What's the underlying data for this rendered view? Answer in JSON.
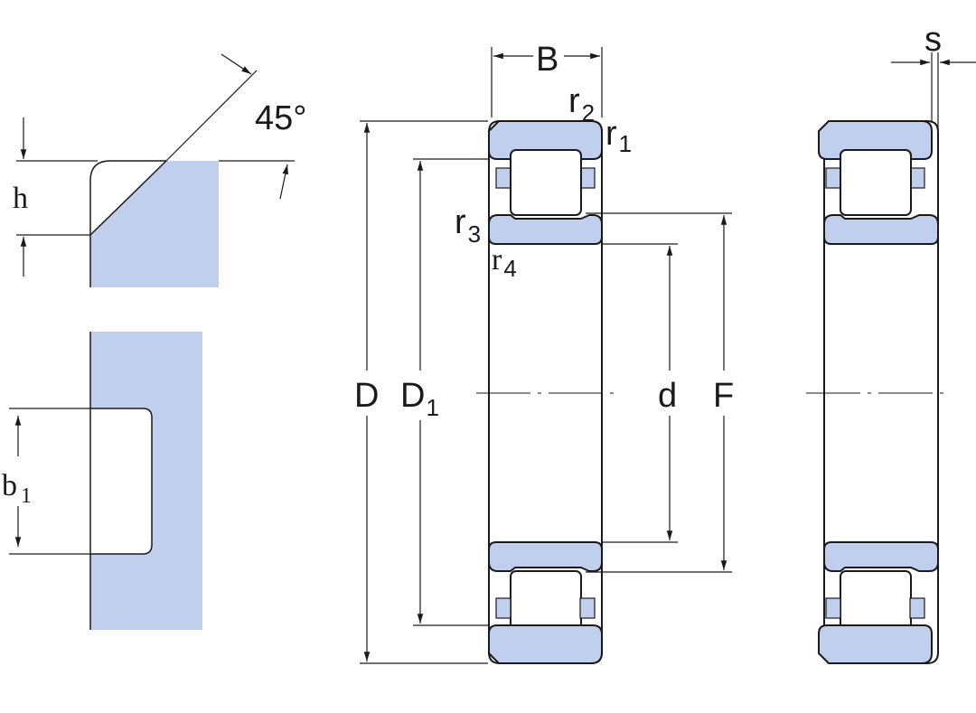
{
  "labels": {
    "angle": "45°",
    "h": "h",
    "b1_base": "b",
    "b1_sub": "1",
    "B": "B",
    "r2_base": "r",
    "r2_sub": "2",
    "r1_base": "r",
    "r1_sub": "1",
    "r3_base": "r",
    "r3_sub": "3",
    "r4_base": "r",
    "r4_sub": "4",
    "D": "D",
    "D1_base": "D",
    "D1_sub": "1",
    "d": "d",
    "F": "F",
    "s": "s"
  },
  "colors": {
    "fill": "#c0cfee",
    "stroke": "#1a1a1a"
  }
}
